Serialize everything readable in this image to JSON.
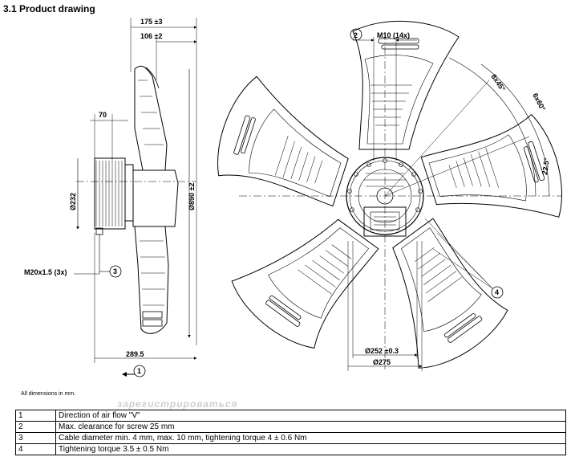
{
  "heading": "3.1 Product drawing",
  "side_view": {
    "dim_175": "175 ±3",
    "dim_106": "106 ±2",
    "dim_70": "70",
    "dim_232": "Ø232",
    "dim_890": "Ø890 ±2",
    "dim_2895": "289.5",
    "label_m20": "M20x1.5 (3x)",
    "callout_3": "3",
    "callout_1": "1"
  },
  "front_view": {
    "callout_2": "2",
    "dim_m10": "M10 (14x)",
    "dim_8x45": "8x45°",
    "dim_6x60": "6x60°",
    "dim_225": "22.5°",
    "dim_252": "Ø252 ±0.3",
    "dim_275": "Ø275",
    "callout_4": "4"
  },
  "note": "All dimensions in mm.",
  "watermark": "зарегистрироваться",
  "legend": [
    {
      "num": "1",
      "text": "Direction of air flow \"V\""
    },
    {
      "num": "2",
      "text": "Max. clearance for screw 25 mm"
    },
    {
      "num": "3",
      "text": "Cable diameter min. 4 mm, max. 10 mm, tightening torque 4 ± 0.6 Nm"
    },
    {
      "num": "4",
      "text": "Tightening torque 3.5 ± 0.5 Nm"
    }
  ]
}
